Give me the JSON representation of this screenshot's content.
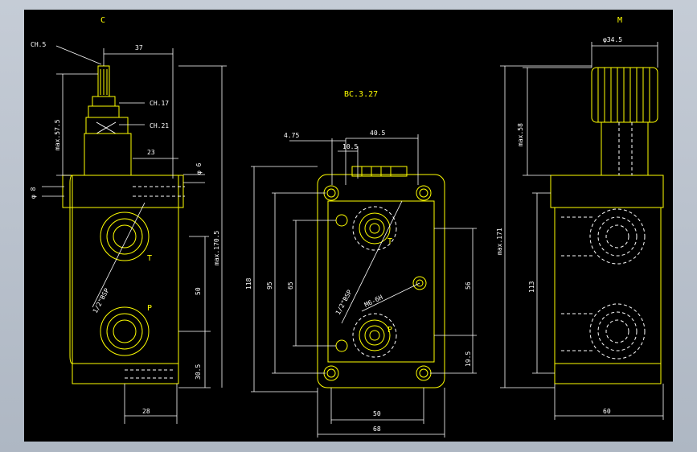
{
  "views": {
    "left": {
      "letter": "C"
    },
    "center": {
      "letter": "BC.3.27"
    },
    "right": {
      "letter": "M"
    }
  },
  "dims": {
    "left": {
      "top37": "37",
      "ch5": "CH.5",
      "ch17": "CH.17",
      "ch21": "CH.21",
      "max575": "max.57.5",
      "w23": "23",
      "phi6": "φ 6",
      "phi8": "φ 8",
      "max1705": "max.170.5",
      "p1": "T",
      "p2": "P",
      "bsp": "1/2\"BSP",
      "v50": "50",
      "v305": "30.5",
      "w28": "28"
    },
    "center": {
      "w475": "4.75",
      "w405": "40.5",
      "w105": "10.5",
      "h118": "118",
      "h95": "95",
      "h65": "65",
      "h56": "56",
      "h195": "19.5",
      "bsp": "1/2\"BSP",
      "m6": "M6-6H",
      "w50": "50",
      "w68": "68",
      "t": "T",
      "p": "P"
    },
    "right": {
      "phi345": "φ34.5",
      "max58": "max.58",
      "max171": "max.171",
      "h113": "113",
      "w60": "60"
    }
  }
}
